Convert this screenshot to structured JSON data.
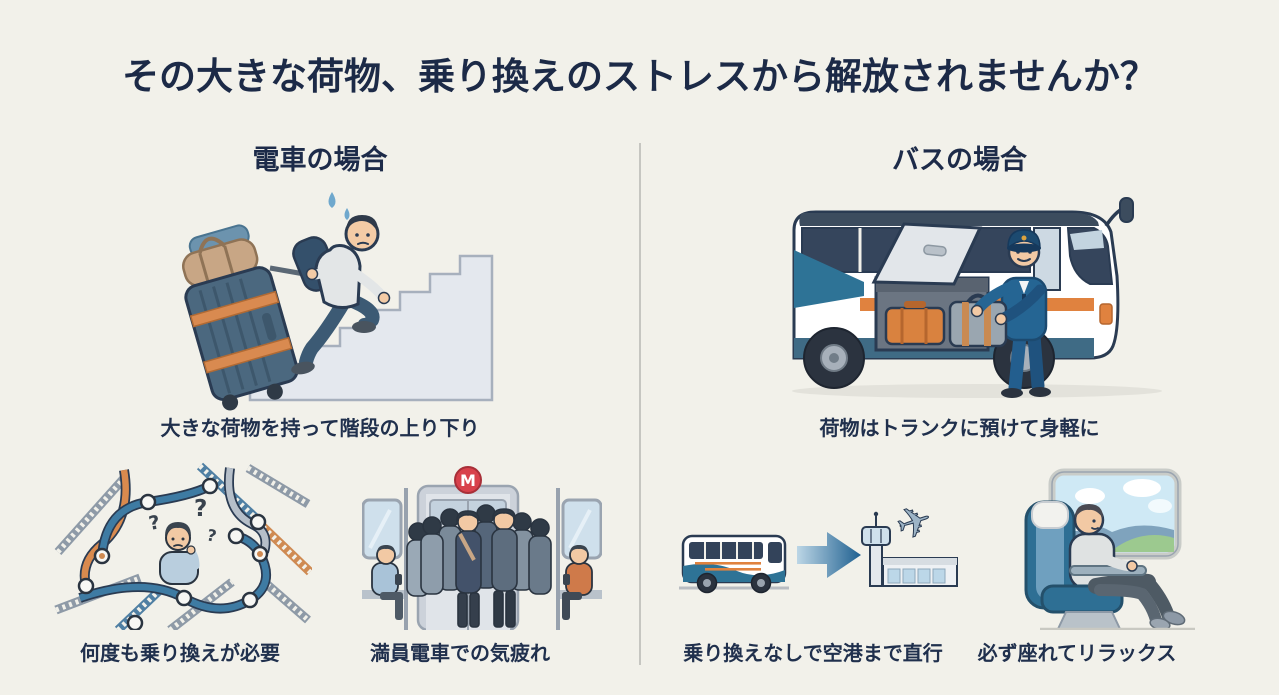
{
  "infographic": {
    "title": "その大きな荷物、乗り換えのストレスから解放されませんか？",
    "colors": {
      "background": "#f2f1ea",
      "headline_navy": "#1c2a47",
      "accent_teal": "#2e7396",
      "accent_orange": "#e0823f",
      "metro_badge_red": "#d8414b",
      "divider_gray": "#c6c6c1"
    },
    "train_column": {
      "header": "電車の場合",
      "main": {
        "illustration": "person-climbing-stairs-with-luggage",
        "caption": "大きな荷物を持って階段の上り下り"
      },
      "sub": [
        {
          "illustration": "tangled-metro-map-confused-person",
          "caption": "何度も乗り換えが必要"
        },
        {
          "illustration": "crowded-train-interior",
          "caption": "満員電車での気疲れ"
        }
      ]
    },
    "bus_column": {
      "header": "バスの場合",
      "main": {
        "illustration": "driver-loading-luggage-into-bus-trunk",
        "caption": "荷物はトランクに預けて身軽に"
      },
      "sub": [
        {
          "illustration": "bus-direct-to-airport",
          "caption": "乗り換えなしで空港まで直行"
        },
        {
          "illustration": "relaxing-in-reserved-seat",
          "caption": "必ず座れてリラックス"
        }
      ]
    },
    "metro_sign_letter": "M",
    "confusion_mark": "?"
  }
}
